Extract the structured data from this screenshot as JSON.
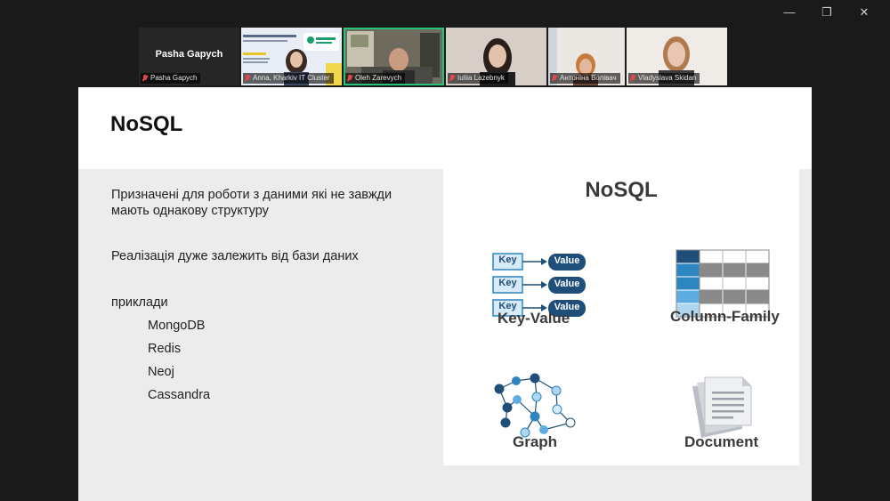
{
  "window_controls": [
    "minimize",
    "restore",
    "close"
  ],
  "participants": [
    {
      "name": "Pasha Gapych",
      "display": "Pasha Gapych",
      "muted": true
    },
    {
      "name": "Anna, Kharkiv IT Cluster",
      "muted": true
    },
    {
      "name": "Oleh Zarevych",
      "muted": true,
      "active_speaker": true
    },
    {
      "name": "Iuliia Lazebnyk",
      "muted": true
    },
    {
      "name": "Антоніна Волівач",
      "muted": true
    },
    {
      "name": "Vladyslava Skidan",
      "muted": true
    }
  ],
  "slide": {
    "title": "NoSQL",
    "paragraph1_line1": "Призначені для роботи з даними які не завжди",
    "paragraph1_line2": "мають однакову структуру",
    "paragraph2": "Реалізація дуже залежить від бази даних",
    "examples_label": "приклади",
    "examples": [
      "MongoDB",
      "Redis",
      "Neoj",
      "Cassandra"
    ]
  },
  "figure": {
    "title": "NoSQL",
    "kv_label": "Key-Value",
    "cf_label": "Column-Family",
    "graph_label": "Graph",
    "doc_label": "Document",
    "key_text": "Key",
    "value_text": "Value",
    "colors": {
      "dark_blue": "#1f4e79",
      "mid_blue": "#2e86c1",
      "light_blue": "#aed6f1",
      "gray": "#8a8a8a",
      "doc_gray": "#c8ccd1"
    }
  }
}
